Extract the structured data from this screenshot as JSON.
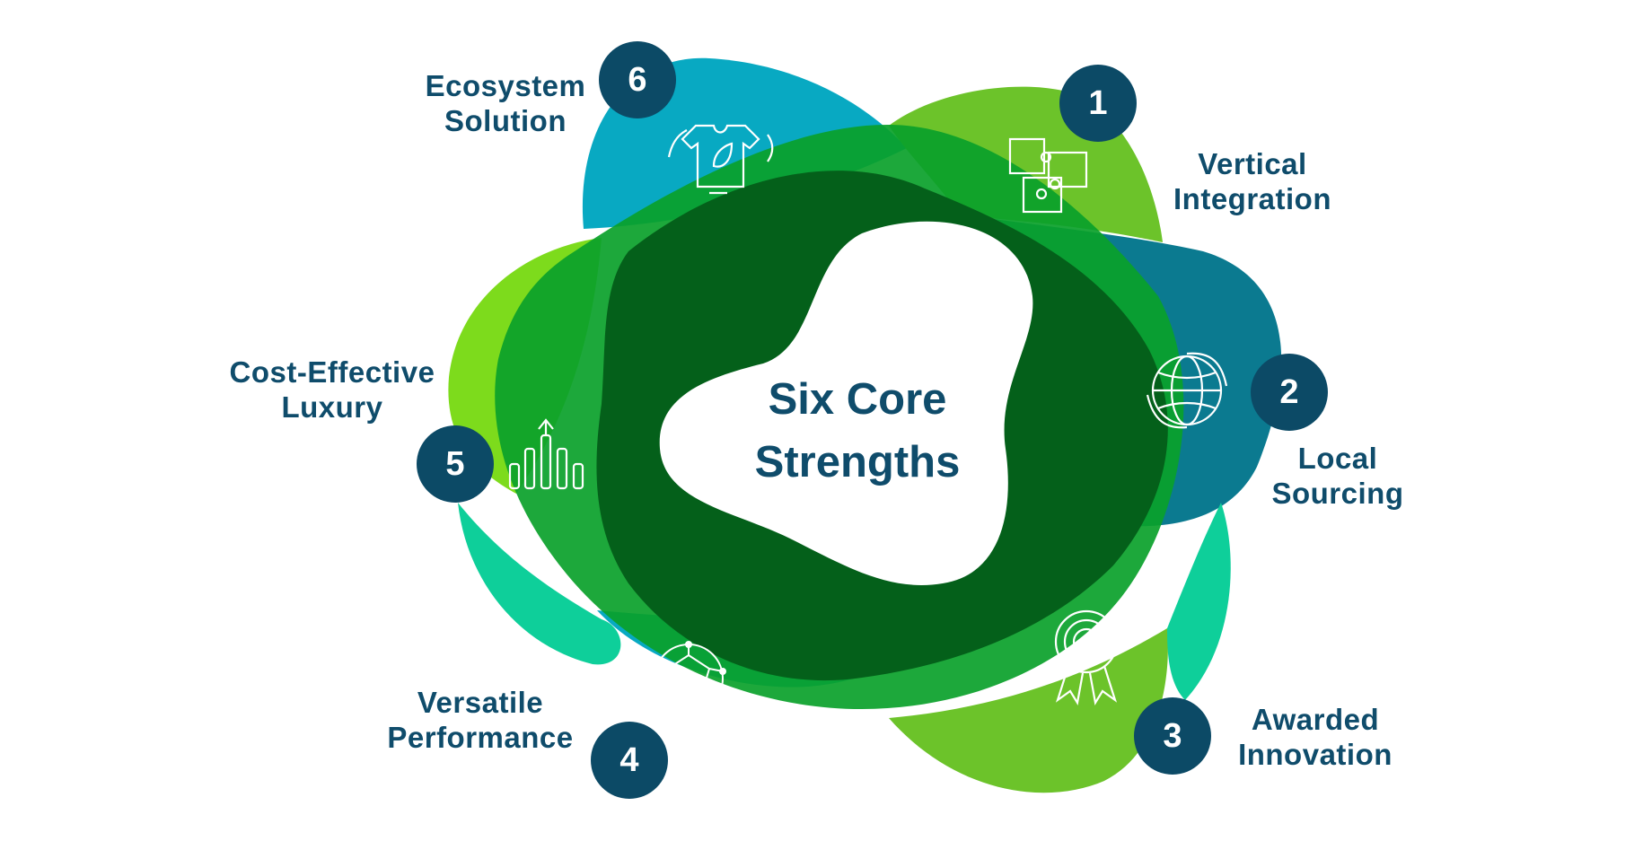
{
  "diagram": {
    "center_title": [
      "Six Core",
      "Strengths"
    ],
    "colors": {
      "label_text": "#0f4c6b",
      "badge_fill": "#0c4a66",
      "core_dark_green": "#04601a",
      "teal": "#08a9c2",
      "light_green": "#7ddb1c",
      "mint": "#0ecf9a",
      "petrol": "#0b7a90"
    },
    "strengths": [
      {
        "number": "1",
        "lines": [
          "Vertical",
          "Integration"
        ],
        "icon": "puzzle-icon"
      },
      {
        "number": "2",
        "lines": [
          "Local",
          "Sourcing"
        ],
        "icon": "globe-icon"
      },
      {
        "number": "3",
        "lines": [
          "Awarded",
          "Innovation"
        ],
        "icon": "award-ribbon-icon"
      },
      {
        "number": "4",
        "lines": [
          "Versatile",
          "Performance"
        ],
        "icon": "network-sphere-icon"
      },
      {
        "number": "5",
        "lines": [
          "Cost-Effective",
          "Luxury"
        ],
        "icon": "bar-growth-icon"
      },
      {
        "number": "6",
        "lines": [
          "Ecosystem",
          "Solution"
        ],
        "icon": "shirt-leaf-recycle-icon"
      }
    ]
  }
}
